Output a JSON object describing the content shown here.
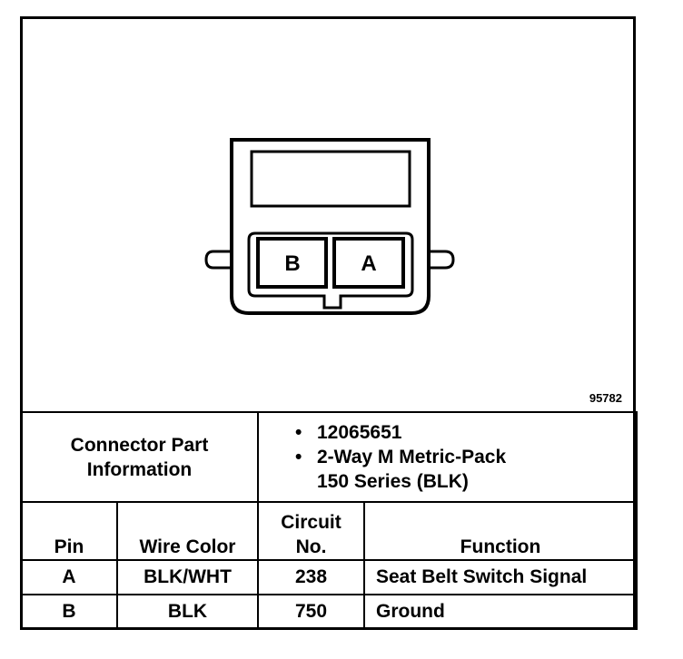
{
  "figure": {
    "id": "95782",
    "cavities": [
      {
        "label": "B"
      },
      {
        "label": "A"
      }
    ]
  },
  "connector_info": {
    "label_line1": "Connector Part",
    "label_line2": "Information",
    "part_number": "12065651",
    "description_line1": "2-Way M Metric-Pack",
    "description_line2": "150 Series (BLK)"
  },
  "table": {
    "headers": {
      "pin": "Pin",
      "wire_color": "Wire Color",
      "circuit_line1": "Circuit",
      "circuit_line2": "No.",
      "function": "Function"
    },
    "rows": [
      {
        "pin": "A",
        "wire_color": "BLK/WHT",
        "circuit": "238",
        "function": "Seat Belt Switch Signal"
      },
      {
        "pin": "B",
        "wire_color": "BLK",
        "circuit": "750",
        "function": "Ground"
      }
    ]
  }
}
